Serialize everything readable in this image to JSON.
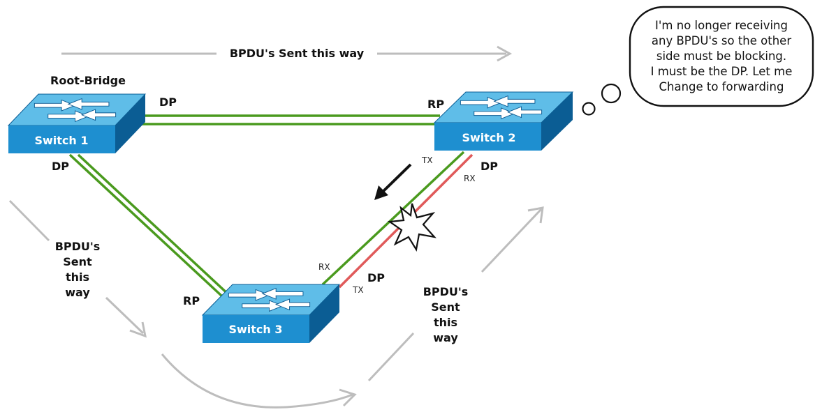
{
  "flow_top_label": "BPDU's Sent this way",
  "flow_left_label": [
    "BPDU's",
    "Sent",
    "this",
    "way"
  ],
  "flow_right_label": [
    "BPDU's",
    "Sent",
    "this",
    "way"
  ],
  "root_bridge_label": "Root-Bridge",
  "switches": {
    "s1": "Switch 1",
    "s2": "Switch 2",
    "s3": "Switch 3"
  },
  "port_roles": {
    "s1_right": "DP",
    "s1_bottom": "DP",
    "s2_left": "RP",
    "s2_bottom": "DP",
    "s3_left": "RP",
    "s3_right": "DP"
  },
  "link_marks": {
    "s2_tx": "TX",
    "s2_rx": "RX",
    "s3_rx": "RX",
    "s3_tx": "TX"
  },
  "thought_lines": [
    "I'm no longer receiving",
    "any BPDU's so the other",
    "side must be blocking.",
    "I must be the DP. Let me",
    "Change to forwarding"
  ],
  "colors": {
    "link_green": "#4a9a1e",
    "link_red": "#e05a5a",
    "switch_front": "#1e8fd0",
    "switch_top": "#5fbde8",
    "switch_side": "#0b5d94",
    "flow_arrow": "#bdbdbd"
  }
}
